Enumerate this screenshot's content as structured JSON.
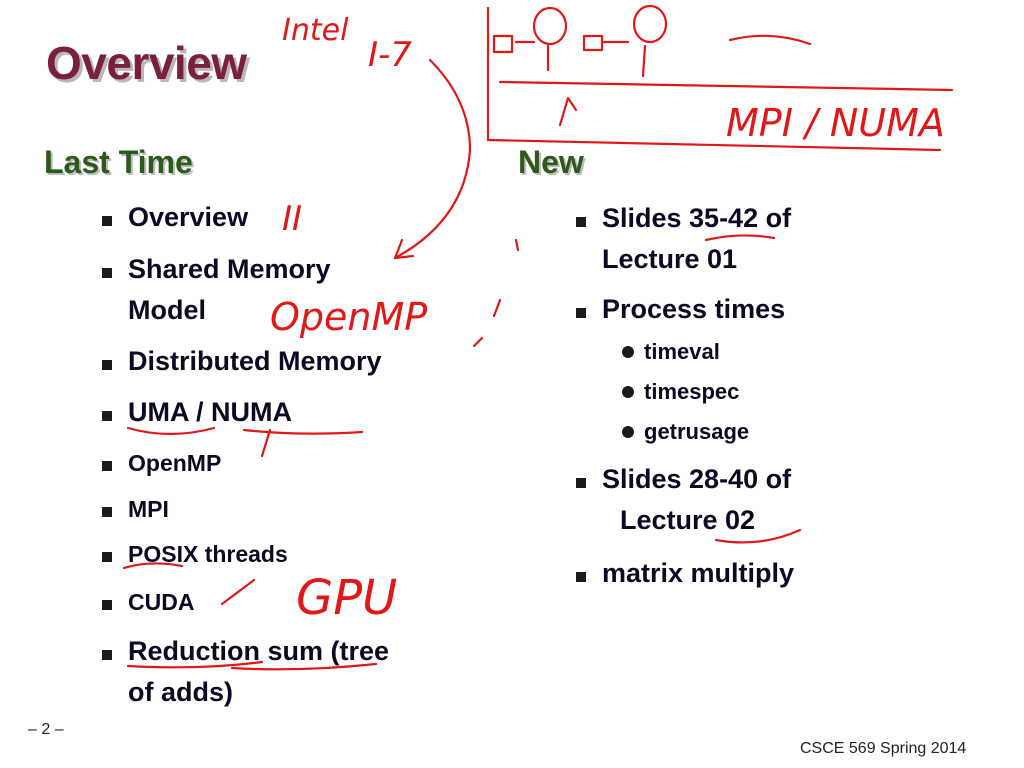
{
  "slide": {
    "title": "Overview",
    "left_heading": "Last Time",
    "right_heading": "New",
    "left_items": [
      "Overview",
      "Shared Memory",
      "Model",
      "Distributed Memory",
      "UMA / NUMA",
      "OpenMP",
      "MPI",
      "POSIX threads",
      "CUDA",
      "Reduction sum (tree",
      "of adds)"
    ],
    "right_items": [
      "Slides 35-42 of",
      "Lecture 01",
      "Process times",
      "Slides 28-40 of",
      "Lecture 02",
      "matrix multiply"
    ],
    "right_subitems": [
      "timeval",
      "timespec",
      "getrusage"
    ],
    "footer_left": "– 2 –",
    "footer_right": "CSCE 569 Spring 2014"
  },
  "annotations": {
    "ink_color": "#e01818",
    "texts": [
      "Intel",
      "I-7",
      "OpenMP",
      "GPU",
      "MPI / NUMA",
      "II"
    ]
  }
}
